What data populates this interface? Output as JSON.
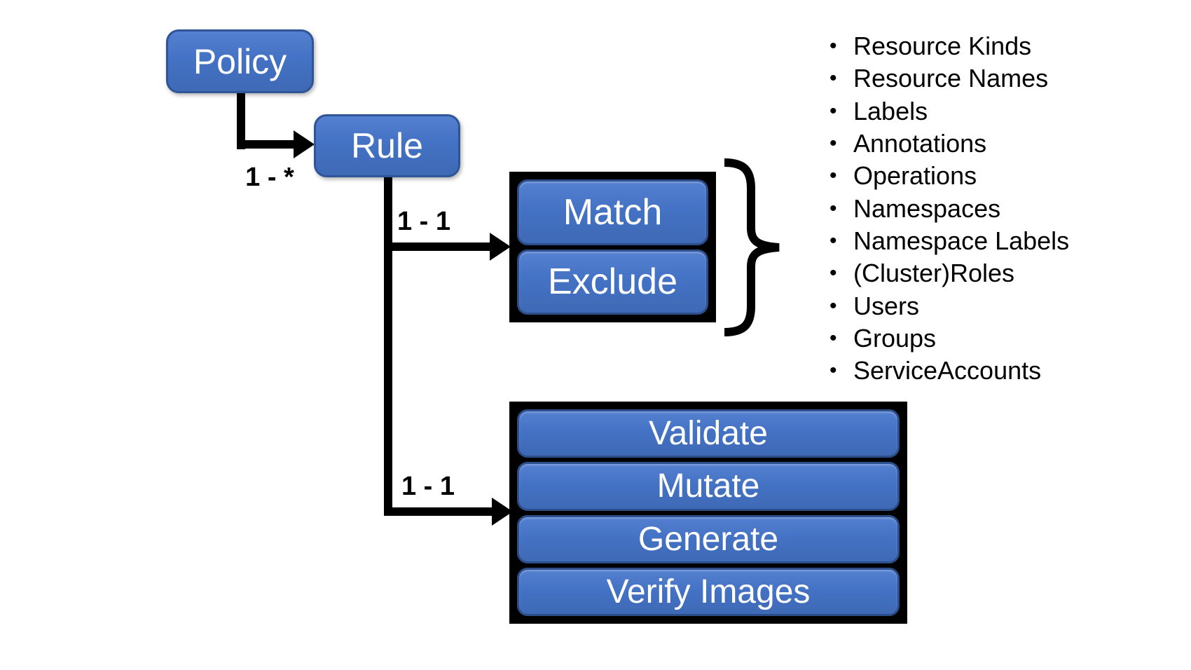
{
  "colors": {
    "node_fill": "#4472C4",
    "node_border": "#2F5597",
    "group_background": "#000000",
    "connector": "#000000",
    "node_text": "#FFFFFF",
    "label_text": "#000000",
    "page_background": "#FFFFFF"
  },
  "nodes": {
    "policy": {
      "label": "Policy"
    },
    "rule": {
      "label": "Rule"
    }
  },
  "edges": {
    "policy_rule": {
      "label": "1 - *"
    },
    "rule_match": {
      "label": "1 - 1"
    },
    "rule_actions": {
      "label": "1 - 1"
    }
  },
  "match_group": {
    "items": [
      "Match",
      "Exclude"
    ]
  },
  "action_group": {
    "items": [
      "Validate",
      "Mutate",
      "Generate",
      "Verify Images"
    ]
  },
  "filter_list": {
    "bullet": "•",
    "items": [
      "Resource Kinds",
      "Resource Names",
      "Labels",
      "Annotations",
      "Operations",
      "Namespaces",
      "Namespace Labels",
      "(Cluster)Roles",
      "Users",
      "Groups",
      "ServiceAccounts"
    ]
  }
}
